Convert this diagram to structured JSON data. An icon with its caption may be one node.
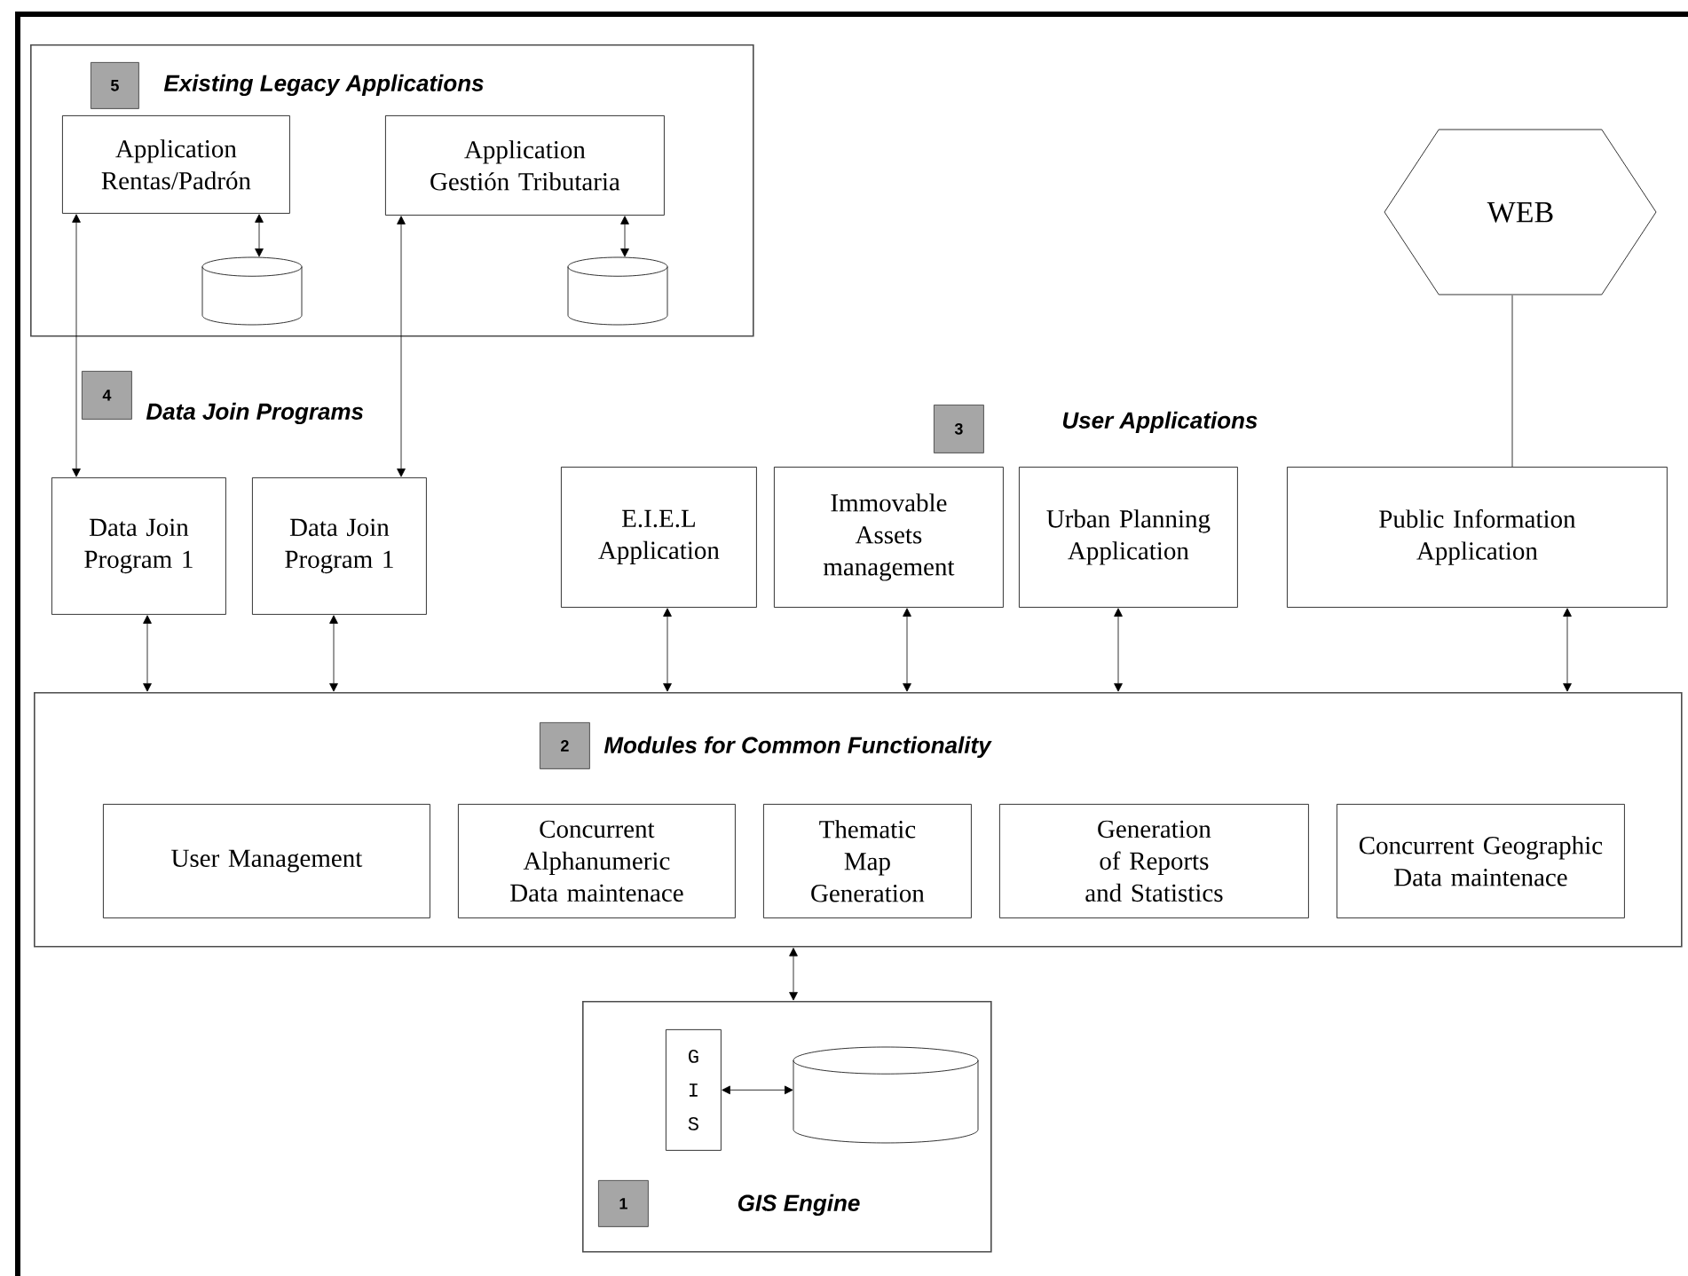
{
  "diagram": {
    "nodes": [
      {
        "text": [
          "Existing Legacy Applications"
        ]
      },
      {
        "text": [
          "5"
        ],
        "in": 0
      },
      {
        "text": [
          "Application Rentas/Padrón"
        ],
        "in": 0
      },
      {
        "text": [],
        "shape": "cylinder",
        "in": 0
      },
      {
        "text": [
          "Application Gestión Tributaria"
        ],
        "in": 0
      },
      {
        "text": [],
        "shape": "cylinder",
        "in": 0
      },
      {
        "text": [
          "4"
        ]
      },
      {
        "text": [
          "Data Join Program 1"
        ]
      },
      {
        "text": [
          "Data Join Program 1"
        ]
      },
      {
        "text": [
          "3"
        ]
      },
      {
        "text": [
          "E.I.E.L Application"
        ]
      },
      {
        "text": [
          "Immovable Assets management"
        ]
      },
      {
        "text": [
          "Urban Planning Application"
        ]
      },
      {
        "text": [
          "WEB"
        ]
      },
      {
        "text": [
          "Public Information Application"
        ]
      },
      {
        "text": [
          "Modules for Common Functionality"
        ]
      },
      {
        "text": [
          "2"
        ],
        "in": 15
      },
      {
        "text": [
          "User Management"
        ],
        "in": 15
      },
      {
        "text": [
          "Concurrent Alphanumeric Data maintenace"
        ],
        "in": 15
      },
      {
        "text": [
          "Thematic Map Generation"
        ],
        "in": 15
      },
      {
        "text": [
          "Generation of Reports and Statistics"
        ],
        "in": 15
      },
      {
        "text": [
          "Concurrent Geographic Data maintenace"
        ],
        "in": 15
      },
      {
        "text": [
          "GIS Engine"
        ]
      },
      {
        "text": [
          "1"
        ],
        "in": 22
      },
      {
        "text": [
          "G I S"
        ],
        "in": 22
      },
      {
        "text": [],
        "shape": "cylinder",
        "in": 22
      }
    ],
    "edges": [
      {
        "from": 2,
        "to": 3,
        "arrow": "both"
      },
      {
        "from": 4,
        "to": 5,
        "arrow": "both"
      },
      {
        "from": 7,
        "to": 2,
        "arrow": "both"
      },
      {
        "from": 8,
        "to": 4,
        "arrow": "both"
      },
      {
        "from": 7,
        "to": 15,
        "arrow": "both"
      },
      {
        "from": 8,
        "to": 15,
        "arrow": "both"
      },
      {
        "from": 10,
        "to": 15,
        "arrow": "both"
      },
      {
        "from": 11,
        "to": 15,
        "arrow": "both"
      },
      {
        "from": 12,
        "to": 15,
        "arrow": "both"
      },
      {
        "from": 14,
        "to": 15,
        "arrow": "both"
      },
      {
        "from": 13,
        "to": 14,
        "arrow": "none"
      },
      {
        "from": 15,
        "to": 22,
        "arrow": "both"
      },
      {
        "from": 24,
        "to": 25,
        "arrow": "both"
      }
    ],
    "labels": [
      "Data Join Programs",
      "User Applications"
    ]
  }
}
